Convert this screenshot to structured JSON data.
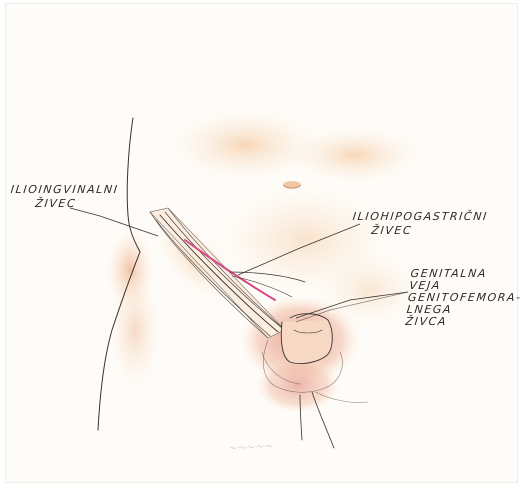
{
  "labels": {
    "ilioinguinal": [
      "ILIOINGVINALNI",
      "ŽIVEC"
    ],
    "iliohypogastric": [
      "ILIOHIPOGASTRIČNI",
      "ŽIVEC"
    ],
    "genitofemoral": [
      "GENITALNA",
      "VEJA",
      "GENITOFEMORA-",
      "LNEGA",
      "ŽIVCA"
    ]
  },
  "colors": {
    "skin_shadow": "#f3c9a4",
    "skin_light": "#fbe6cf",
    "genital_pink": "#eaa39a",
    "nerve_line": "#d64a86",
    "pencil": "#3a3330"
  }
}
